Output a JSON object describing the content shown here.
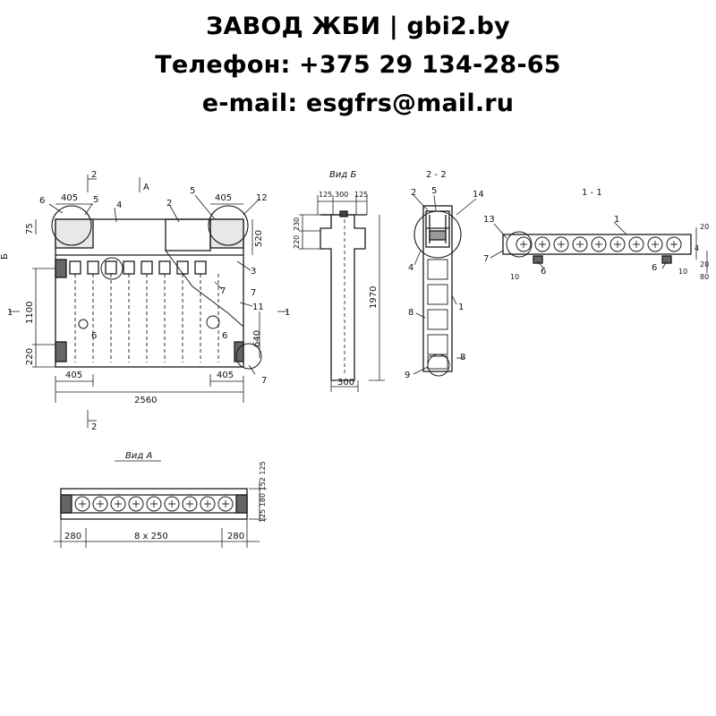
{
  "header": {
    "line1": "ЗАВОД ЖБИ | gbi2.by",
    "line2": "Телефон: +375 29 134-28-65",
    "line3": "e-mail: esgfrs@mail.ru"
  },
  "front_view": {
    "width_total": "2560",
    "left_offset": "405",
    "right_offset": "405",
    "top_left_dim": "405",
    "top_right_dim": "405",
    "height_main": "1100",
    "height_bottom": "220",
    "height_top_left": "75",
    "height_top_right": "520",
    "height_right_mid": "640",
    "section_1": "1",
    "section_2": "2",
    "section_b": "Б",
    "arrow_a": "А",
    "callouts": [
      "6",
      "5",
      "4",
      "2",
      "5",
      "12",
      "3",
      "7",
      "7",
      "11",
      "6",
      "6",
      "7"
    ]
  },
  "view_b": {
    "title": "Вид Б",
    "dim_top_left": "125",
    "dim_top_mid": "300",
    "dim_top_right": "125",
    "dim_h1": "230",
    "dim_h2": "220",
    "dim_height": "1970",
    "dim_bottom": "300"
  },
  "section_2_2": {
    "title": "2 - 2",
    "callouts": [
      "2",
      "5",
      "14",
      "4",
      "8",
      "1",
      "9",
      "8"
    ]
  },
  "section_1_1": {
    "title": "1 - 1",
    "callouts": [
      "1",
      "13",
      "7",
      "6",
      "10",
      "6",
      "10"
    ],
    "dims": [
      "20",
      "20",
      "80",
      "4"
    ]
  },
  "view_a": {
    "title": "Вид А",
    "dim_left": "280",
    "dim_mid": "8 x 250",
    "dim_right": "280",
    "dim_side": "125 180 152 125"
  }
}
